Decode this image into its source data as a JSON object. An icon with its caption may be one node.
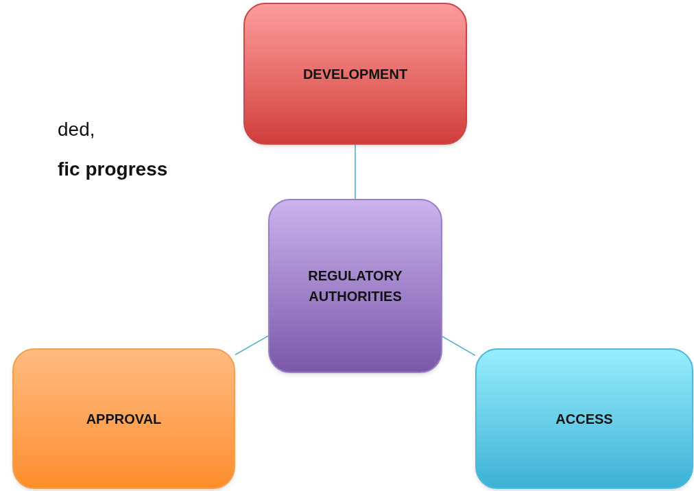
{
  "diagram": {
    "nodes": [
      {
        "text": [
          "DEVELOPMENT"
        ]
      },
      {
        "text": [
          "REGULATORY AUTHORITIES"
        ]
      },
      {
        "text": [
          "APPROVAL"
        ]
      },
      {
        "text": [
          "ACCESS"
        ]
      }
    ],
    "edges": [
      {
        "from": 1,
        "to": 0,
        "arrow": "none"
      },
      {
        "from": 1,
        "to": 2,
        "arrow": "none"
      },
      {
        "from": 1,
        "to": 3,
        "arrow": "none"
      }
    ],
    "labels": [
      "ded,",
      "fic progress"
    ]
  }
}
